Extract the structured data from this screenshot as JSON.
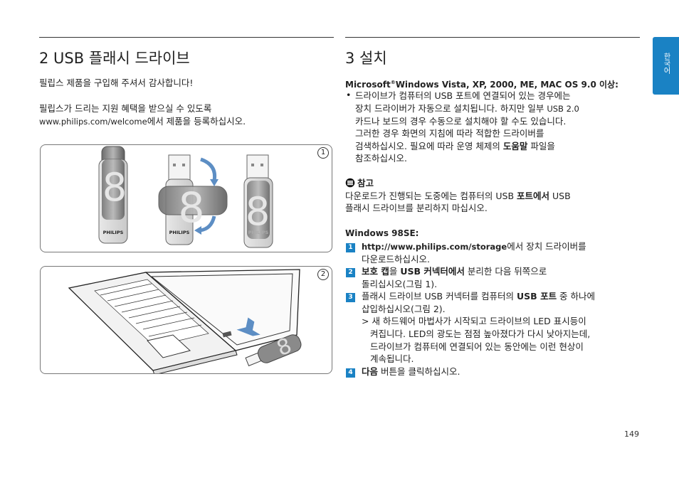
{
  "side_tab": "한국어",
  "left": {
    "heading": "2  USB 플래시 드라이브",
    "thanks": "필립스 제품을 구입해 주셔서 감사합니다!",
    "support_line1": "필립스가 드리는 지원 혜택을 받으실 수 있도록",
    "support_url": "www.philips.com/welcome",
    "support_line2_rest": "에서 제품을 등록하십시오.",
    "fig1_num": "1",
    "fig2_num": "2",
    "brand": "PHILIPS"
  },
  "right": {
    "heading": "3  설치",
    "os_heading_a": "Microsoft",
    "os_heading_reg": "®",
    "os_heading_b": "Windows Vista, XP, 2000, ME, MAC OS 9.0 이상:",
    "bullet": "•",
    "b1": "드라이브가 컴퓨터의 USB 포트에 연결되어 있는 경우에는",
    "b2_pre": "장치 드라이버가 자동으로 설치됩니다. 하지만  일부 ",
    "b2_usb": "USB 2.0",
    "b3": "카드나 보드의 경우 수동으로 설치해야 할 수도 있습니다.",
    "b4": "그러한 경우 화면의 지침에 따라 적합한 드라이버를",
    "b5_pre": "검색하십시오. 필요에 따라 운영 체제의 ",
    "b5_bold": "도움말",
    "b5_post": " 파일을",
    "b6": "참조하십시오.",
    "note_title": "참고",
    "note1_pre": "다운로드가 진행되는 도중에는 컴퓨터의 USB ",
    "note1_bold": "포트에서",
    "note1_post": " USB",
    "note2": "플래시 드라이브를 분리하지 마십시오.",
    "win98_heading": "Windows 98SE:",
    "s1_num": "1",
    "s1_url": "http://www.philips.com/storage",
    "s1_rest": "에서 장치 드라이버를",
    "s1_l2": "다운로드하십시오.",
    "s2_num": "2",
    "s2_bold1": "보호 캡",
    "s2_mid": "을 ",
    "s2_bold2": "USB 커넥터에서",
    "s2_post": " 분리한 다음 뒤쪽으로",
    "s2_l2": "돌리십시오(그림 1).",
    "s3_num": "3",
    "s3_pre": "플래시 드라이브 USB 커넥터를 컴퓨터의 ",
    "s3_bold": "USB 포트",
    "s3_post": " 중 하나에",
    "s3_l2": "삽입하십시오(그림 2).",
    "s3_sub1": "> 새 하드웨어 마법사가 시작되고 드라이브의 LED 표시등이",
    "s3_sub2": "켜집니다. LED의 광도는 점점 높아졌다가 다시 낮아지는데,",
    "s3_sub3": "드라이브가 컴퓨터에 연결되어 있는 동안에는 이런 현상이",
    "s3_sub4": "계속됩니다.",
    "s4_num": "4",
    "s4_bold": "다음",
    "s4_post": " 버튼을 클릭하십시오."
  },
  "page_number": "149",
  "colors": {
    "accent": "#1a82c4",
    "rule": "#333333"
  }
}
